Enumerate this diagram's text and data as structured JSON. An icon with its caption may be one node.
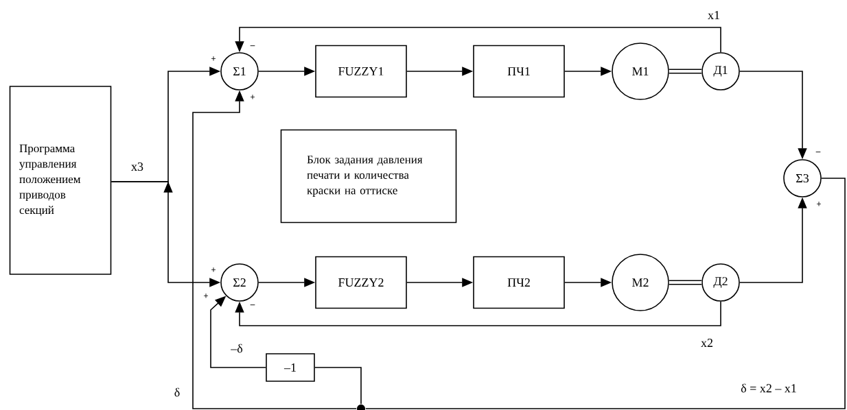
{
  "diagram": {
    "nodes": [
      {
        "text": [
          "Программа управления положением приводов секций"
        ]
      },
      {
        "text": [
          "Σ1"
        ]
      },
      {
        "text": [
          "FUZZY1"
        ]
      },
      {
        "text": [
          "ПЧ1"
        ]
      },
      {
        "text": [
          "M1"
        ]
      },
      {
        "text": [
          "Д1"
        ]
      },
      {
        "text": [
          "Блок задания давления печати и количества краски на оттиске"
        ]
      },
      {
        "text": [
          "Σ3"
        ]
      },
      {
        "text": [
          "Σ2"
        ]
      },
      {
        "text": [
          "FUZZY2"
        ]
      },
      {
        "text": [
          "ПЧ2"
        ]
      },
      {
        "text": [
          "M2"
        ]
      },
      {
        "text": [
          "Д2"
        ]
      },
      {
        "text": [
          "–1"
        ]
      },
      {
        "text": [],
        "shape": "circle"
      }
    ],
    "edges": [
      {
        "from": 0,
        "to": 1,
        "arrow": "to",
        "label": "x3"
      },
      {
        "from": 0,
        "to": 8,
        "arrow": "to"
      },
      {
        "from": 1,
        "to": 2,
        "arrow": "to"
      },
      {
        "from": 2,
        "to": 3,
        "arrow": "to"
      },
      {
        "from": 3,
        "to": 4,
        "arrow": "to"
      },
      {
        "from": 4,
        "to": 5,
        "arrow": "none",
        "style": "thick"
      },
      {
        "from": 5,
        "to": 1,
        "arrow": "to",
        "label": "x1"
      },
      {
        "from": 5,
        "to": 7,
        "arrow": "to"
      },
      {
        "from": 8,
        "to": 9,
        "arrow": "to"
      },
      {
        "from": 9,
        "to": 10,
        "arrow": "to"
      },
      {
        "from": 10,
        "to": 11,
        "arrow": "to"
      },
      {
        "from": 11,
        "to": 12,
        "arrow": "none",
        "style": "thick"
      },
      {
        "from": 12,
        "to": 8,
        "arrow": "to",
        "label": "x2"
      },
      {
        "from": 12,
        "to": 7,
        "arrow": "to"
      },
      {
        "from": 7,
        "to": 14,
        "arrow": "none"
      },
      {
        "from": 14,
        "to": 1,
        "arrow": "to",
        "label": "δ"
      },
      {
        "from": 14,
        "to": 13,
        "arrow": "none"
      },
      {
        "from": 13,
        "to": 8,
        "arrow": "to",
        "label": "–δ"
      }
    ],
    "labels": [
      "–",
      "+",
      "+",
      "–",
      "+",
      "+",
      "+",
      "–",
      "δ = x2 – x1"
    ]
  }
}
